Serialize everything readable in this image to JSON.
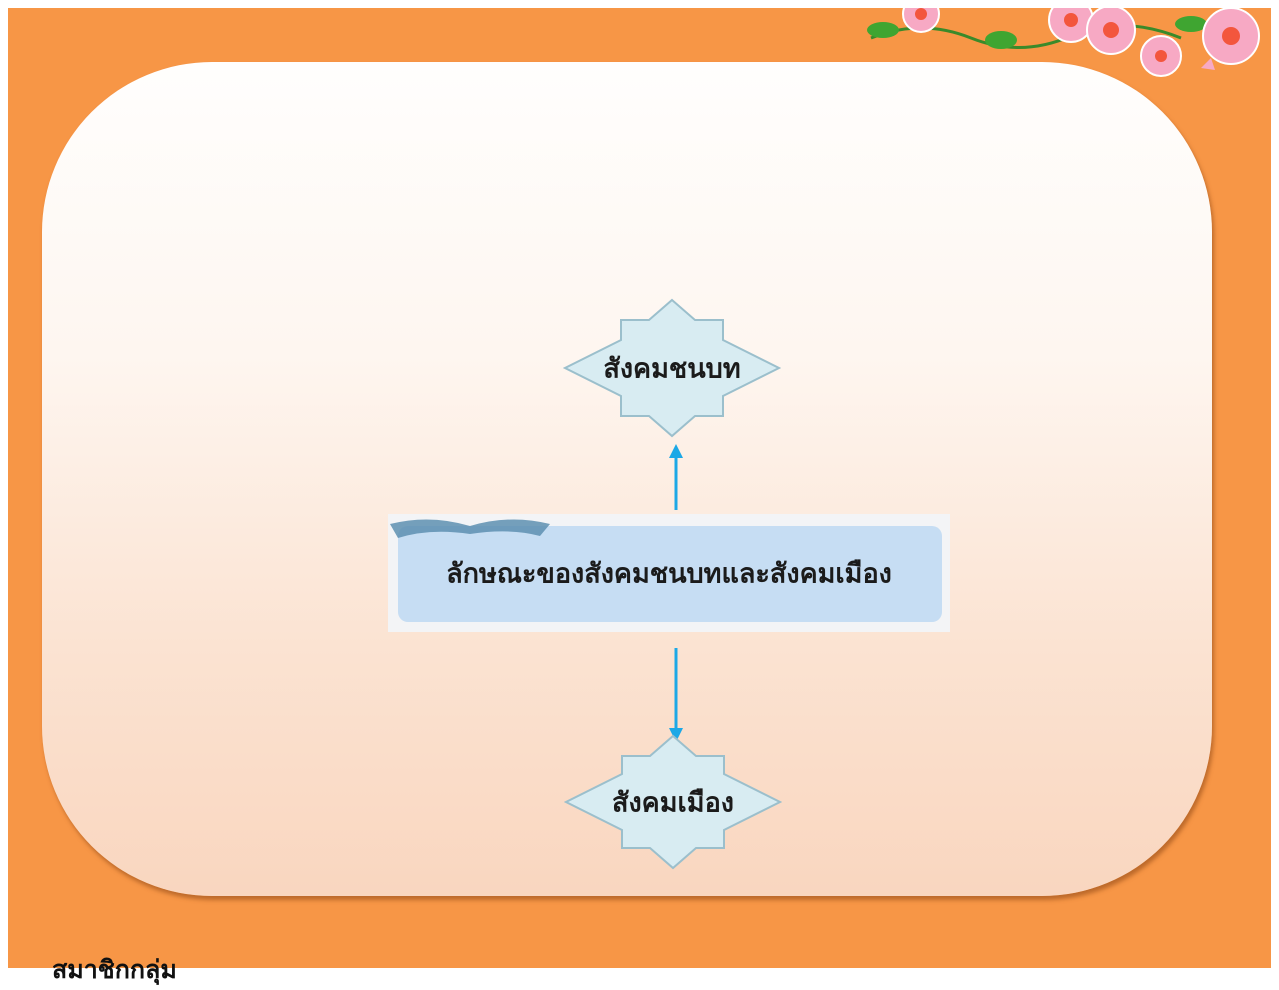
{
  "diagram": {
    "center_label": "ลักษณะของสังคมชนบทและสังคมเมือง",
    "top_node_label": "สังคมชนบท",
    "bottom_node_label": "สังคมเมือง"
  },
  "footer": {
    "members_label": "สมาชิกกลุ่ม"
  },
  "colors": {
    "slide_background": "#f79646",
    "arrow": "#1ca8e6",
    "star_fill": "#d8ecf2",
    "center_fill": "#c6ddf3"
  }
}
